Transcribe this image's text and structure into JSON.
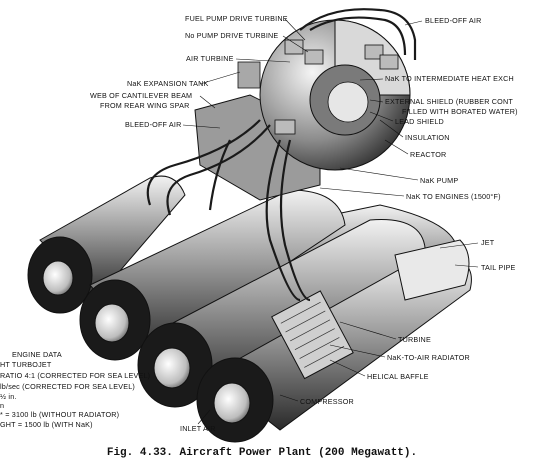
{
  "labels": {
    "fuel_pump_drive_turbine": "FUEL PUMP DRIVE TURBINE",
    "no_pump_drive_turbine": "No PUMP DRIVE TURBINE",
    "air_turbine": "AIR TURBINE",
    "bleed_off_air_top": "BLEED-OFF AIR",
    "nak_expansion_tank": "NaK EXPANSION TANK",
    "web_line1": "WEB OF CANTILEVER BEAM",
    "web_line2": "FROM REAR WING SPAR",
    "bleed_off_air_left": "BLEED-OFF AIR",
    "nak_to_heat_exch": "NaK TO INTERMEDIATE HEAT EXCH",
    "external_shield_line1": "EXTERNAL SHIELD (RUBBER CONT",
    "external_shield_line2": "FILLED WITH BORATED WATER)",
    "lead_shield": "LEAD SHIELD",
    "insulation": "INSULATION",
    "reactor": "REACTOR",
    "nak_pump": "NaK PUMP",
    "nak_to_engines": "NaK TO ENGINES (1500°F)",
    "jet": "JET",
    "tail_pipe": "TAIL PIPE",
    "turbine": "TURBINE",
    "nak_to_air_radiator": "NaK-TO-AIR RADIATOR",
    "helical_baffle": "HELICAL BAFFLE",
    "compressor": "COMPRESSOR",
    "inlet_air": "INLET AIR"
  },
  "engine_data": {
    "title": "ENGINE DATA",
    "lines": [
      "HT TURBOJET",
      "RATIO 4:1 (CORRECTED FOR SEA LEVEL)",
      "lb/sec (CORRECTED FOR SEA LEVEL)",
      "½ in.",
      "n",
      "* = 3100 lb (WITHOUT RADIATOR)",
      "GHT = 1500 lb (WITH NaK)"
    ]
  },
  "caption": "Fig. 4.33.  Aircraft Power Plant (200 Megawatt)."
}
